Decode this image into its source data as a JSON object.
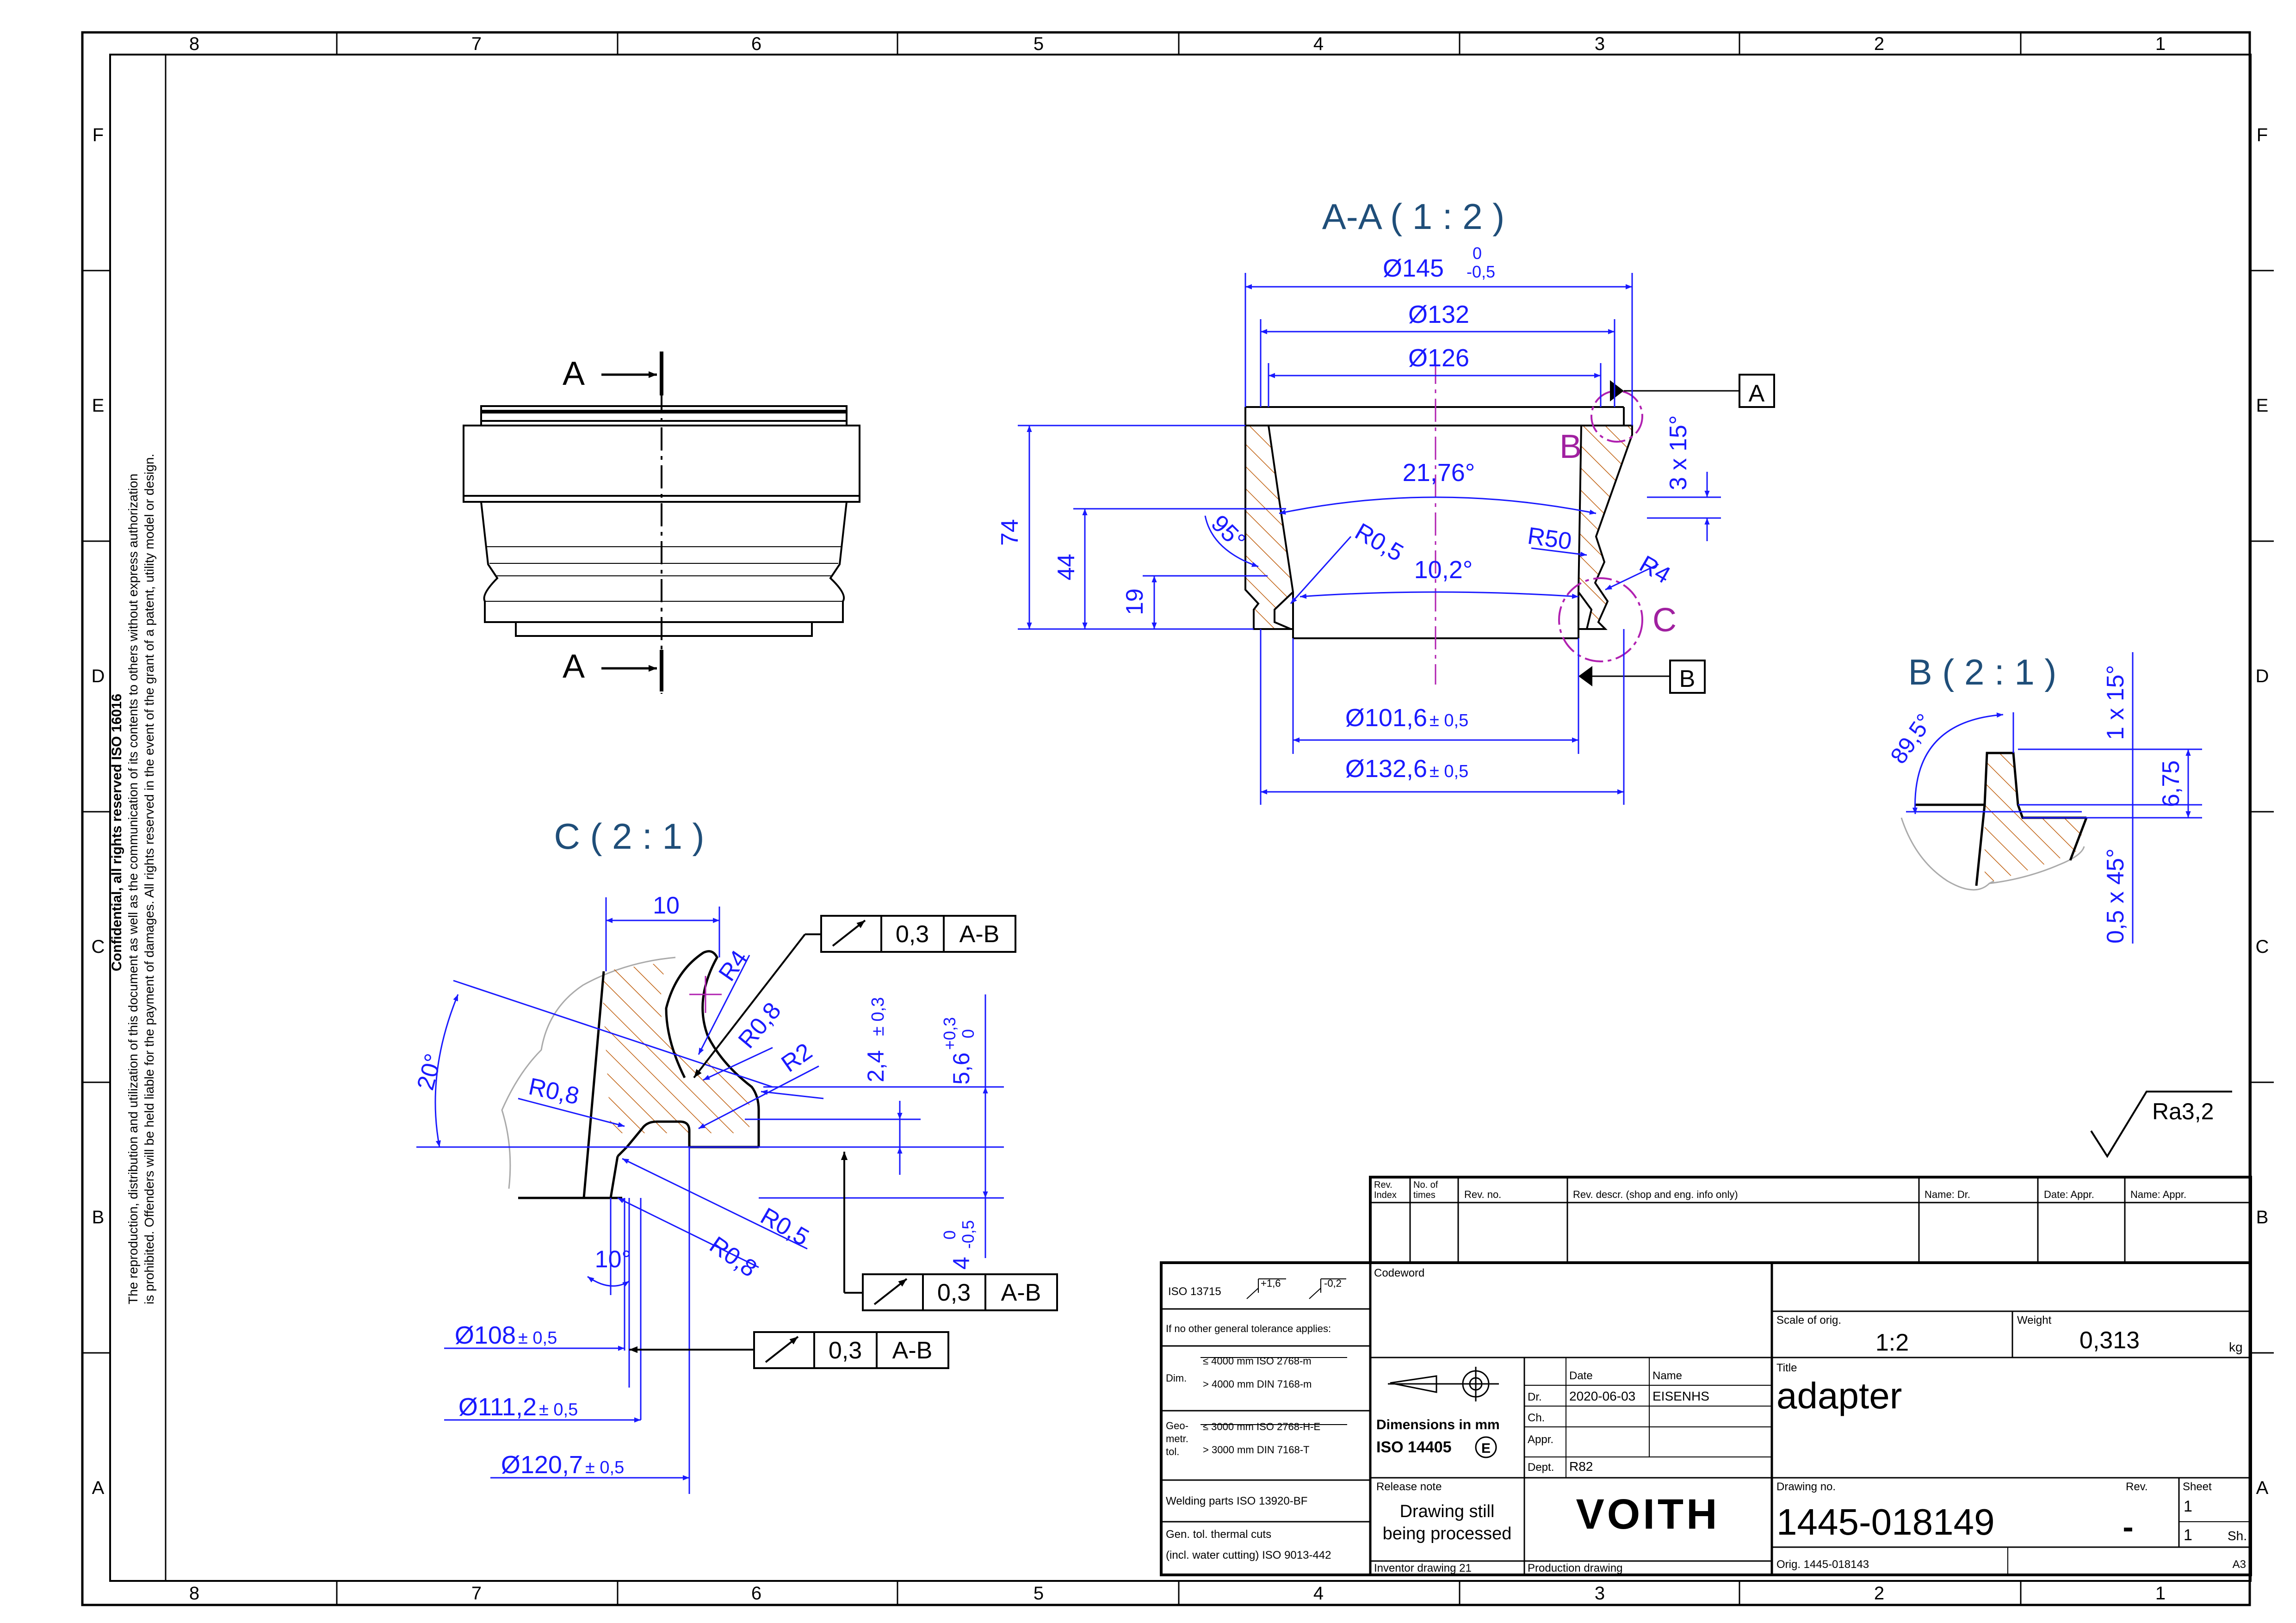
{
  "zones": {
    "cols": [
      "8",
      "7",
      "6",
      "5",
      "4",
      "3",
      "2",
      "1"
    ],
    "rows": [
      "F",
      "E",
      "D",
      "C",
      "B",
      "A"
    ]
  },
  "confidentiality": {
    "heading": "Confidential, all rights reserved ISO 16016",
    "line1": "The reproduction, distribution and utilization of this document as well as the communication of its contents to others without express authorization",
    "line2": "is prohibited. Offenders will be held liable for the payment of damages. All rights reserved in the event of the grant of a patent, utility model or design."
  },
  "side_view": {
    "section_letter": "A"
  },
  "section_aa": {
    "title": "A-A ( 1 : 2 )",
    "dims": {
      "d145": "Ø145",
      "d145_tol_upper": "0",
      "d145_tol_lower": "-0,5",
      "d132": "Ø132",
      "d126": "Ø126",
      "angle_2176": "21,76°",
      "angle_95": "95°",
      "r05": "R0,5",
      "angle_102": "10,2°",
      "r50": "R50",
      "r4": "R4",
      "h74": "74",
      "h44": "44",
      "h19": "19",
      "chamfer": "3 x 15°",
      "d1016": "Ø101,6",
      "d1016_tol": "± 0,5",
      "d1326": "Ø132,6",
      "d1326_tol": "± 0,5"
    },
    "datum_a": "A",
    "datum_b": "B",
    "detail_b": "B",
    "detail_c": "C"
  },
  "detail_b": {
    "title": "B ( 2 : 1 )",
    "angle": "89,5°",
    "chamfer1": "1 x 15°",
    "h675": "6,75",
    "chamfer2": "0,5 x 45°"
  },
  "detail_c": {
    "title": "C ( 2 : 1 )",
    "w10": "10",
    "r4": "R4",
    "r08a": "R0,8",
    "r2": "R2",
    "r08b": "R0,8",
    "r05": "R0,5",
    "r08c": "R0,8",
    "angle20": "20°",
    "angle10": "10°",
    "h24": "2,4",
    "h24_tol": "± 0,3",
    "h56": "5,6",
    "h56_tol_upper": "+0,3",
    "h56_tol_lower": "0",
    "h4": "4",
    "h4_tol_upper": "0",
    "h4_tol_lower": "-0,5",
    "d108": "Ø108",
    "d108_tol": "± 0,5",
    "d1112": "Ø111,2",
    "d1112_tol": "± 0,5",
    "d1207": "Ø120,7",
    "d1207_tol": "± 0,5",
    "fcf_value": "0,3",
    "fcf_datum": "A-B"
  },
  "surface_finish": "Ra3,2",
  "title_block": {
    "rev_header": {
      "rev_index": "Rev. Index",
      "no_times": "No. of times",
      "rev_no": "Rev. no.",
      "rev_descr": "Rev. descr. (shop and eng. info only)",
      "name_dr": "Name: Dr.",
      "date_appr": "Date: Appr.",
      "name_appr": "Name: Appr."
    },
    "iso13715": "ISO 13715",
    "iso13715_plus": "+1,6",
    "iso13715_minus": "-0,2",
    "general_tol": "If no other general tolerance applies:",
    "dim_label": "Dim.",
    "dim_line1": "≤ 4000 mm ISO 2768-m",
    "dim_line2": "> 4000 mm DIN 7168-m",
    "geo_label1": "Geo-",
    "geo_label2": "metr.",
    "geo_label3": "tol.",
    "geo_line1": "≤ 3000 mm ISO 2768-H-E",
    "geo_line2": "> 3000 mm DIN 7168-T",
    "welding": "Welding parts  ISO 13920-BF",
    "gen_tol1": "Gen. tol.  thermal cuts",
    "gen_tol2": "(incl. water cutting)  ISO 9013-442",
    "codeword": "Codeword",
    "dimensions_in": "Dimensions in mm",
    "iso14405": "ISO 14405",
    "iso14405_mark": "E",
    "date_label": "Date",
    "name_label": "Name",
    "dr_label": "Dr.",
    "date_value": "2020-06-03",
    "name_value": "EISENHS",
    "ch_label": "Ch.",
    "appr_label": "Appr.",
    "dept_label": "Dept.",
    "dept_value": "R82",
    "release_note": "Release note",
    "release_line1": "Drawing still",
    "release_line2": "being processed",
    "inventor": "Inventor drawing   21",
    "production": "Production drawing",
    "logo": "VOITH",
    "scale_label": "Scale of orig.",
    "scale_value": "1:2",
    "weight_label": "Weight",
    "weight_value": "0,313",
    "weight_unit": "kg",
    "title_label": "Title",
    "title_value": "adapter",
    "drawing_no_label": "Drawing no.",
    "drawing_no": "1445-018149",
    "rev_label": "Rev.",
    "rev_value": "-",
    "sheet_label": "Sheet",
    "sheet_value": "1",
    "sheets_value": "1",
    "sh_label": "Sh.",
    "orig": "Orig.  1445-018143",
    "format": "A3"
  }
}
